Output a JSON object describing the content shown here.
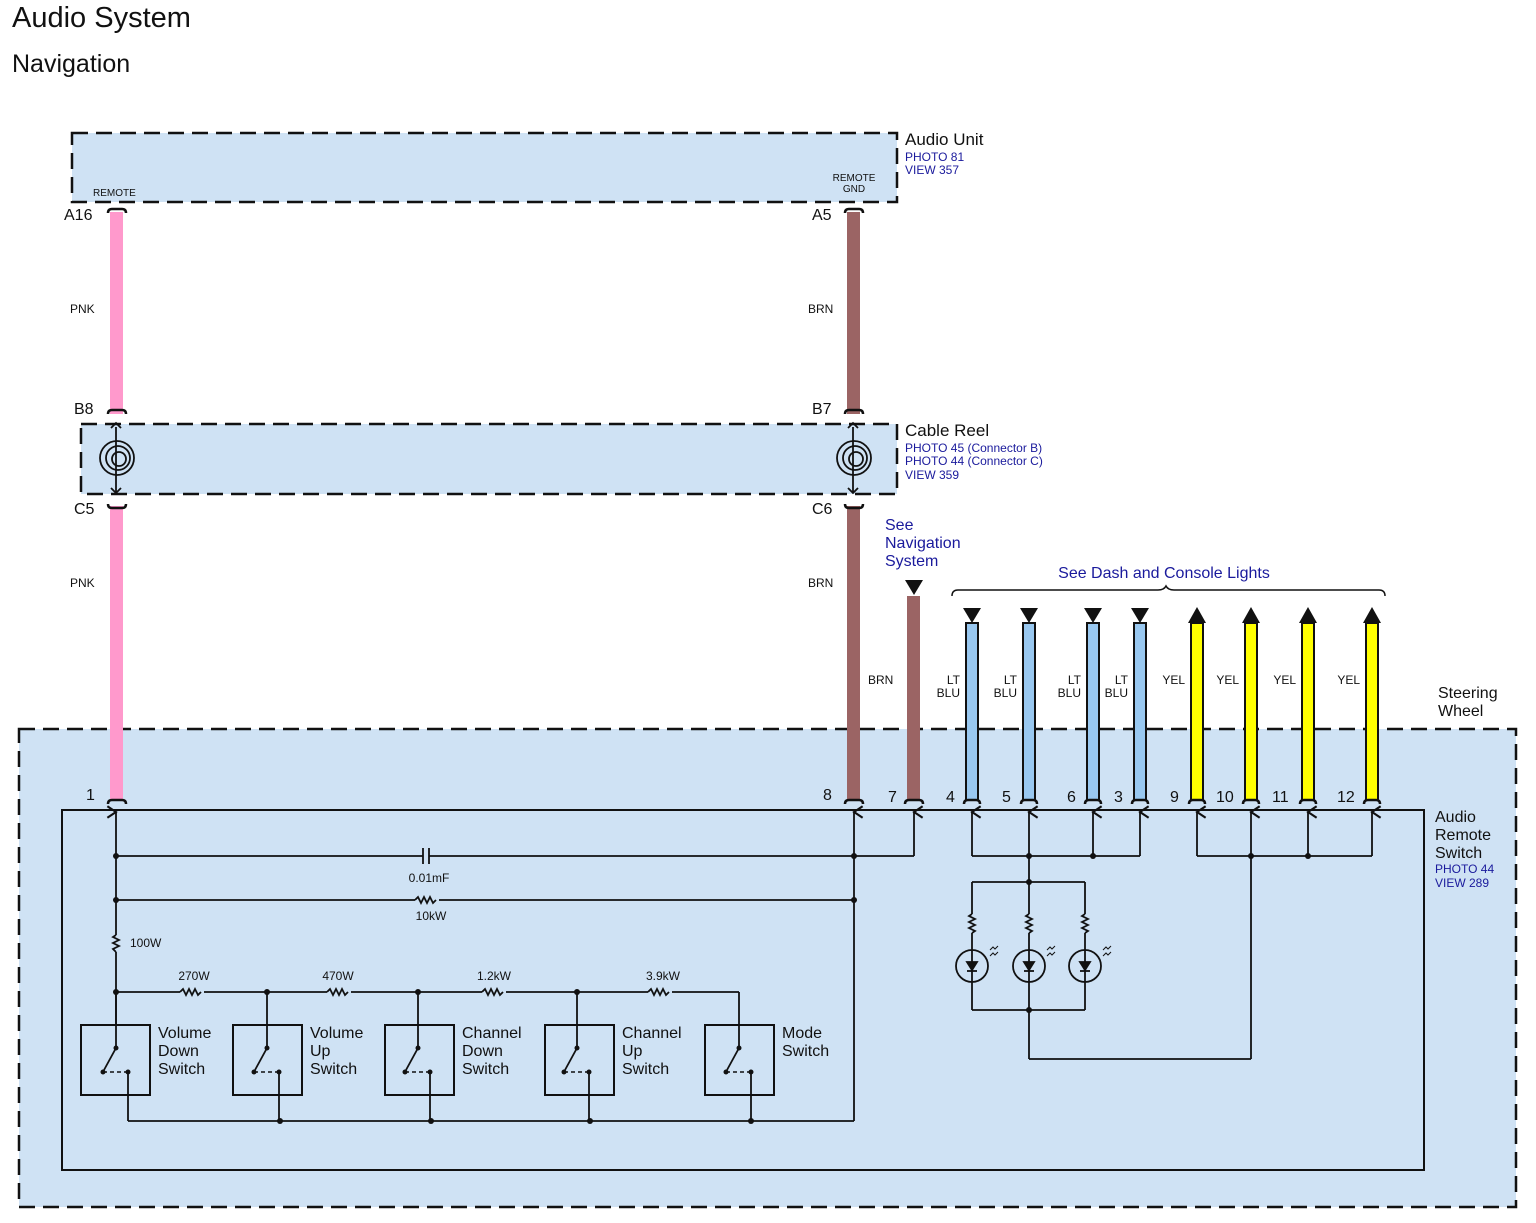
{
  "header": {
    "title": "Audio System",
    "subtitle": "Navigation"
  },
  "colors": {
    "panel_fill": "#cfe2f4",
    "pink_wire": "#ff99cc",
    "brown_wire": "#9b6464",
    "lt_blue_wire": "#99c8f0",
    "yellow_wire": "#ffff00",
    "reference_text": "#1a1a9c"
  },
  "components": {
    "audio_unit": {
      "name": "Audio Unit",
      "refs": [
        "PHOTO 81",
        "VIEW 357"
      ],
      "pins": {
        "left": "REMOTE",
        "right_line1": "REMOTE",
        "right_line2": "GND"
      }
    },
    "cable_reel": {
      "name": "Cable Reel",
      "refs": [
        "PHOTO 45 (Connector B)",
        "PHOTO 44 (Connector C)",
        "VIEW 359"
      ]
    },
    "steering_wheel": {
      "line1": "Steering",
      "line2": "Wheel"
    },
    "audio_remote_switch": {
      "lines": [
        "Audio",
        "Remote",
        "Switch"
      ],
      "refs": [
        "PHOTO 44",
        "VIEW 289"
      ]
    }
  },
  "connectors": {
    "a16": "A16",
    "a5": "A5",
    "b8": "B8",
    "b7": "B7",
    "c5": "C5",
    "c6": "C6"
  },
  "wires": {
    "pnk": "PNK",
    "brn": "BRN",
    "lt": "LT",
    "blu": "BLU",
    "yel": "YEL"
  },
  "pins": [
    "1",
    "8",
    "7",
    "4",
    "5",
    "6",
    "3",
    "9",
    "10",
    "11",
    "12"
  ],
  "references": {
    "navigation": [
      "See",
      "Navigation",
      "System"
    ],
    "dash_lights": "See Dash and Console Lights"
  },
  "values": {
    "capacitor": "0.01mF",
    "r_10k": "10kW",
    "r_100": "100W",
    "r_270": "270W",
    "r_470": "470W",
    "r_1_2k": "1.2kW",
    "r_3_9k": "3.9kW"
  },
  "switches": [
    {
      "lines": [
        "Volume",
        "Down",
        "Switch"
      ]
    },
    {
      "lines": [
        "Volume",
        "Up",
        "Switch"
      ]
    },
    {
      "lines": [
        "Channel",
        "Down",
        "Switch"
      ]
    },
    {
      "lines": [
        "Channel",
        "Up",
        "Switch"
      ]
    },
    {
      "lines": [
        "Mode",
        "Switch"
      ]
    }
  ]
}
